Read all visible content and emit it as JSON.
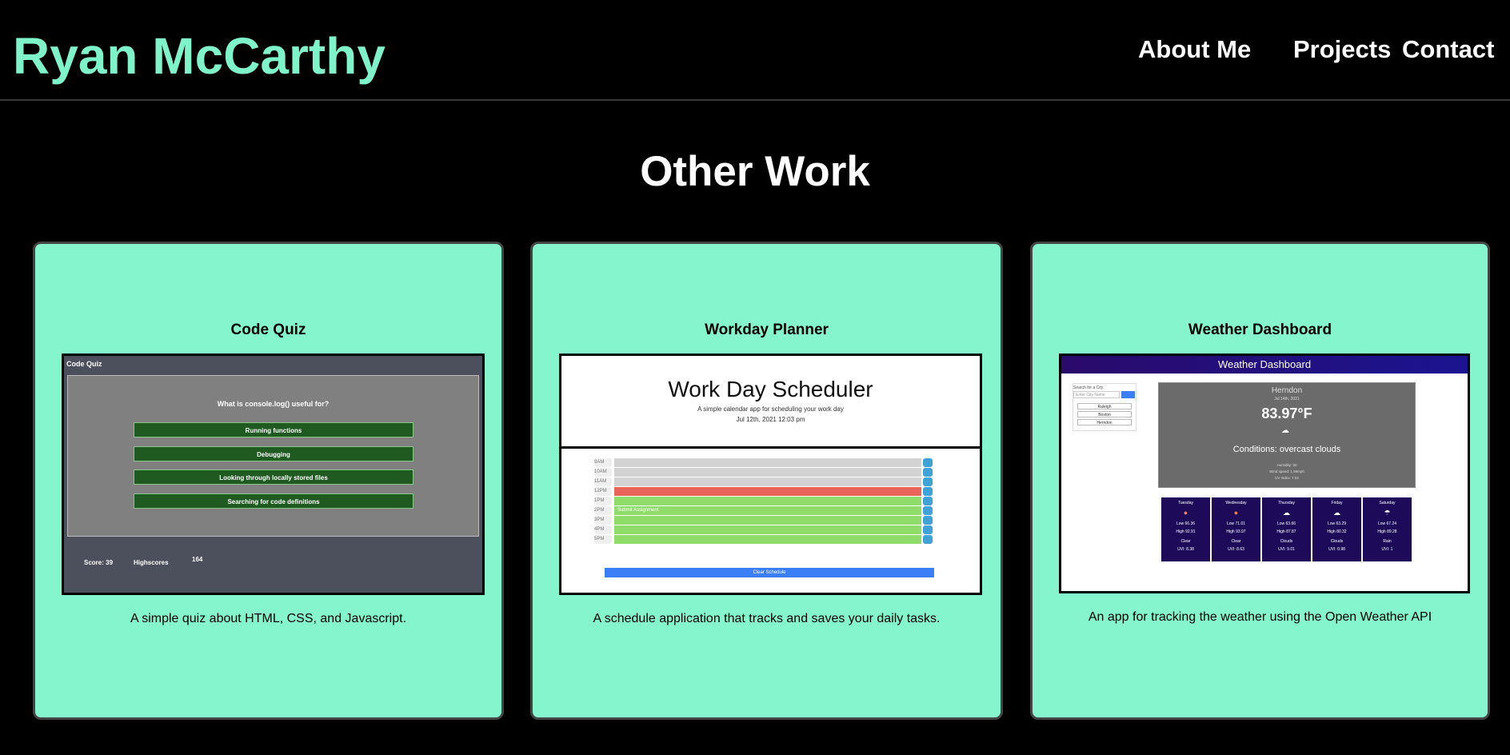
{
  "header": {
    "brand": "Ryan McCarthy",
    "nav": [
      "About Me",
      "Projects",
      "Contact"
    ]
  },
  "section_title": "Other Work",
  "cards": [
    {
      "title": "Code Quiz",
      "description": "A simple quiz about HTML, CSS, and Javascript.",
      "preview": {
        "app_title": "Code Quiz",
        "question": "What is console.log() useful for?",
        "options": [
          "Running functions",
          "Debugging",
          "Looking through locally stored files",
          "Searching for code definitions"
        ],
        "score": "Score: 39",
        "highscores": "Highscores",
        "highscore_value": "164"
      }
    },
    {
      "title": "Workday Planner",
      "description": "A schedule application that tracks and saves your daily tasks.",
      "preview": {
        "title": "Work Day Scheduler",
        "subtitle": "A simple calendar app for scheduling your work day",
        "date": "Jul 12th, 2021 12:03 pm",
        "hours": [
          "9AM",
          "10AM",
          "11AM",
          "12PM",
          "1PM",
          "2PM",
          "3PM",
          "4PM",
          "5PM"
        ],
        "states": [
          "past",
          "past",
          "past",
          "present",
          "future",
          "future",
          "future",
          "future",
          "future"
        ],
        "task_2pm": "Submit Assignment",
        "clear_button": "Clear Schedule"
      }
    },
    {
      "title": "Weather Dashboard",
      "description": "An app for tracking the weather using the Open Weather API",
      "preview": {
        "header": "Weather Dashboard",
        "search_label": "Search for a City",
        "search_placeholder": "Enter City Name",
        "cities": [
          "Raleigh",
          "Boston",
          "Herndon"
        ],
        "city": "Herndon",
        "date": "Jul 14th, 2021",
        "temp": "83.97°F",
        "conditions": "Conditions: overcast clouds",
        "humidity": "Humidity: 50",
        "wind": "Wind speed: 1.99mph",
        "uv": "UV Index: 7.02",
        "forecast": [
          {
            "day": "Tuesday",
            "low": "Low 66.36",
            "high": "High 92.91",
            "cond": "Clear",
            "uv": "UVI: 8.38"
          },
          {
            "day": "Wednesday",
            "low": "Low 71.01",
            "high": "High 93.97",
            "cond": "Clear",
            "uv": "UVI: 8.63"
          },
          {
            "day": "Thursday",
            "low": "Low 63.66",
            "high": "High 87.87",
            "cond": "Clouds",
            "uv": "UVI: 9.01"
          },
          {
            "day": "Friday",
            "low": "Low 63.29",
            "high": "High 80.32",
            "cond": "Clouds",
            "uv": "UVI: 0.98"
          },
          {
            "day": "Saturday",
            "low": "Low 67.24",
            "high": "High 89.28",
            "cond": "Rain",
            "uv": "UVI: 1"
          }
        ]
      }
    }
  ],
  "colors": {
    "background": "#000000",
    "accent": "#7ff3c9",
    "card": "#84f5cc"
  }
}
